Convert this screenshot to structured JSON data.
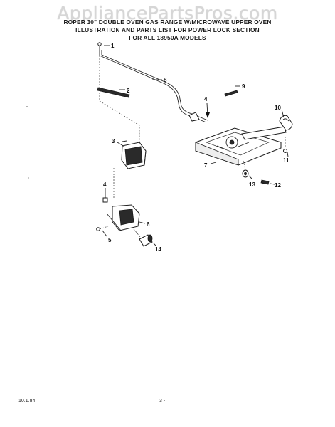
{
  "watermark": "AppliancePartsPros.com",
  "header": {
    "line1": "ROPER 30\" DOUBLE OVEN GAS RANGE W/MICROWAVE UPPER OVEN",
    "line2": "ILLUSTRATION AND PARTS LIST FOR POWER LOCK SECTION",
    "line3": "FOR ALL 18950A MODELS"
  },
  "callouts": {
    "c1": "1",
    "c2": "2",
    "c3": "3",
    "c4a": "4",
    "c4b": "4",
    "c5": "5",
    "c6": "6",
    "c7": "7",
    "c8": "8",
    "c9": "9",
    "c10": "10",
    "c11": "11",
    "c12": "12",
    "c13": "13",
    "c14": "14"
  },
  "footer": {
    "date": "10.1.84",
    "page": "3 -"
  }
}
